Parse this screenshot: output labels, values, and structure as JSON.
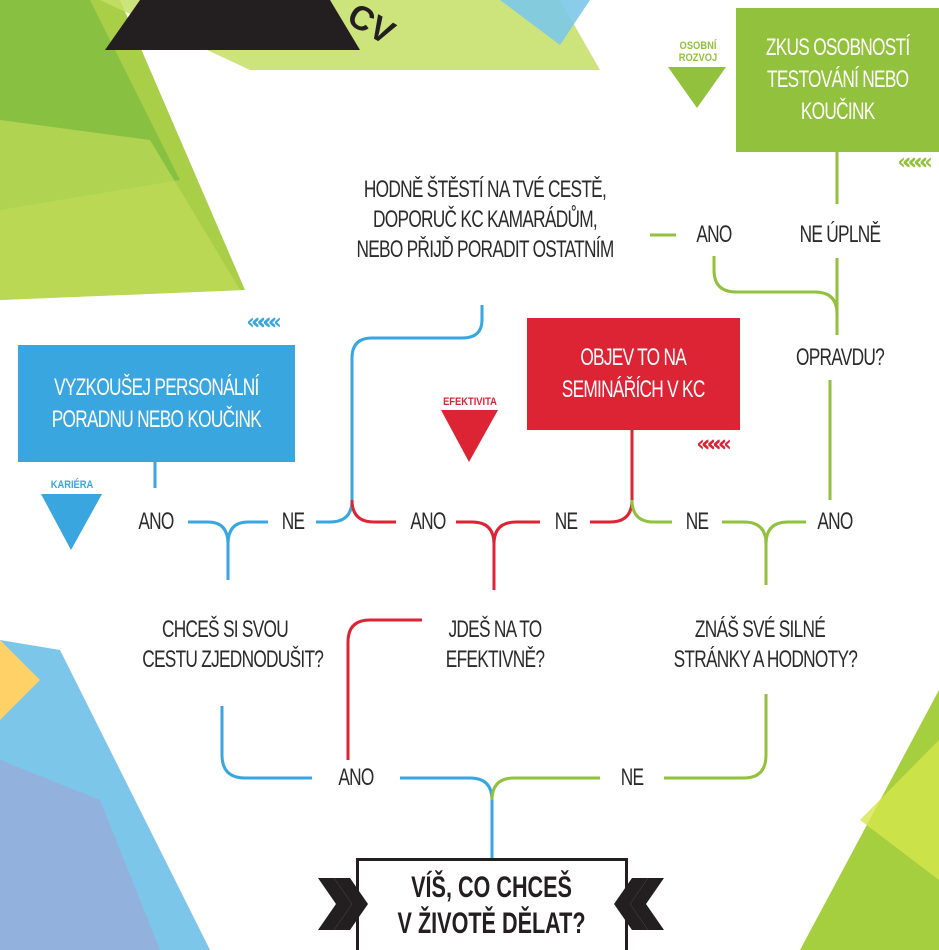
{
  "colors": {
    "blue": "#3aa6df",
    "red": "#dc2434",
    "green": "#92c13e",
    "dark": "#231f20",
    "text": "#2b2b2b"
  },
  "top_fragment": "CV",
  "categories": {
    "personal": {
      "line1": "OSOBNÍ",
      "line2": "ROZVOJ"
    },
    "efficiency": "EFEKTIVITA",
    "career": "KARIÉRA"
  },
  "boxes": {
    "green": [
      "ZKUS OSOBNOSTÍ",
      "TESTOVÁNÍ NEBO",
      "KOUČINK"
    ],
    "red": [
      "OBJEV TO NA",
      "SEMINÁŘÍCH V KC"
    ],
    "blue": [
      "VYZKOUŠEJ PERSONÁLNÍ",
      "PORADNU NEBO KOUČINK"
    ]
  },
  "goodluck": [
    "HODNĚ ŠTĚSTÍ NA TVÉ CESTĚ,",
    "DOPORUČ KC KAMARÁDŮM,",
    "NEBO PŘIJĎ PORADIT OSTATNÍM"
  ],
  "nodes": {
    "ne_uplne": "NE ÚPLNĚ",
    "opravdu": "OPRAVDU?",
    "ano_top": "ANO",
    "ano_left": "ANO",
    "ne_left": "NE",
    "ano_mid": "ANO",
    "ne_mid": "NE",
    "ne_right": "NE",
    "ano_right": "ANO",
    "chces": [
      "CHCEŠ SI SVOU",
      "CESTU ZJEDNODUŠIT?"
    ],
    "jdes": [
      "JDEŠ NA TO",
      "EFEKTIVNĚ?"
    ],
    "znas": [
      "ZNÁŠ SVÉ SILNÉ",
      "STRÁNKY A HODNOTY?"
    ],
    "ano_bottom": "ANO",
    "ne_bottom": "NE"
  },
  "question": [
    "VÍŠ, CO CHCEŠ",
    "V ŽIVOTĚ DĚLAT?"
  ],
  "chevrons": "«««««"
}
